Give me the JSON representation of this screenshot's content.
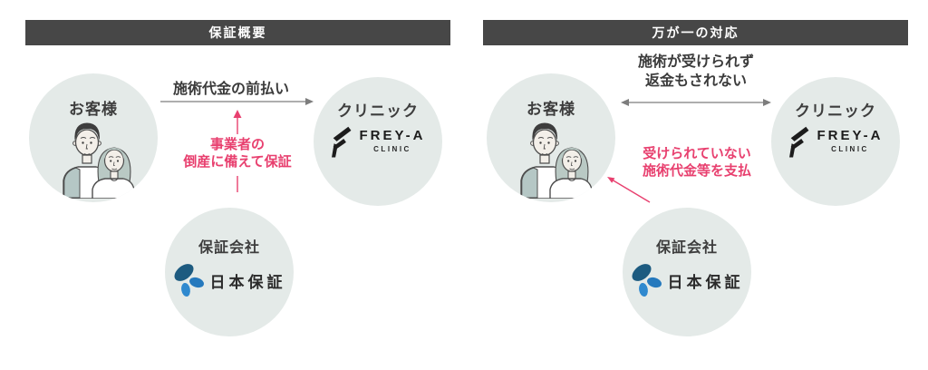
{
  "colors": {
    "header_bg": "#474747",
    "header_text": "#ffffff",
    "circle_fill": "#e4eae8",
    "pink_accent": "#e8406f",
    "arrow_gray": "#7d7d7d",
    "text_dark": "#3b3b3b",
    "logo_dark_blue": "#1d5b80",
    "logo_mid_blue": "#2579bd",
    "logo_light_blue": "#2f89cf"
  },
  "icons": {
    "customer": "couple-illustration-icon",
    "clinic": "freya-f-mark-icon",
    "guarantor": "nihon-hosho-petal-mark-icon"
  },
  "panels": [
    {
      "header": "保証概要",
      "customer_label": "お客様",
      "clinic_label": "クリニック",
      "clinic_brand": "FREY-A",
      "clinic_brand_sub": "CLINIC",
      "flow_label": "施術代金の前払い",
      "note_line1": "事業者の",
      "note_line2": "倒産に備えて保証",
      "guarantor_label": "保証会社",
      "guarantor_brand": "日本保証"
    },
    {
      "header": "万が一の対応",
      "customer_label": "お客様",
      "clinic_label": "クリニック",
      "clinic_brand": "FREY-A",
      "clinic_brand_sub": "CLINIC",
      "flow_line1": "施術が受けられず",
      "flow_line2": "返金もされない",
      "note_line1": "受けられていない",
      "note_line2": "施術代金等を支払",
      "guarantor_label": "保証会社",
      "guarantor_brand": "日本保証"
    }
  ]
}
